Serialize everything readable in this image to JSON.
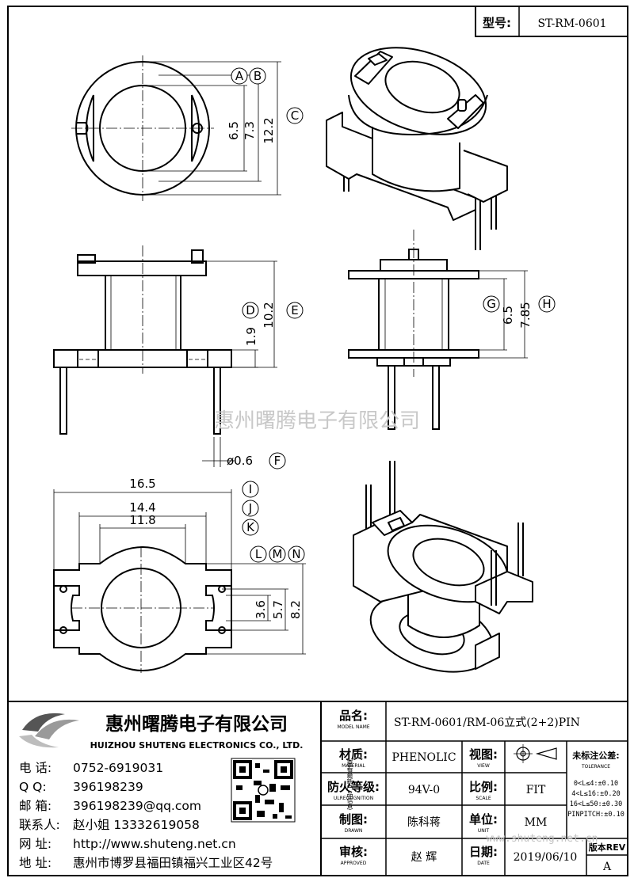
{
  "header": {
    "model_label": "型号:",
    "model_value": "ST-RM-0601"
  },
  "dimensions": {
    "A": "A",
    "B": "B",
    "C": "C",
    "D": "D",
    "E": "E",
    "F": "F",
    "G": "G",
    "H": "H",
    "I": "I",
    "J": "J",
    "K": "K",
    "L": "L",
    "M": "M",
    "N": "N",
    "a_val": "6.5",
    "b_val": "7.3",
    "c_val": "12.2",
    "d_val": "1.9",
    "e_val": "10.2",
    "f_val": "ø0.6",
    "g_val": "6.5",
    "h_val": "7.85",
    "i_val": "16.5",
    "j_val": "14.4",
    "k_val": "11.8",
    "l_val": "3.6",
    "m_val": "5.7",
    "n_val": "8.2"
  },
  "watermark": "惠州曙腾电子有限公司",
  "company": {
    "name_cn": "惠州曙腾电子有限公司",
    "name_en": "HUIZHOU SHUTENG ELECTRONICS CO., LTD."
  },
  "contact": [
    {
      "label": "电  话:",
      "value": "0752-6919031"
    },
    {
      "label": "Q    Q:",
      "value": "396198239"
    },
    {
      "label": "邮  箱:",
      "value": "396198239@qq.com"
    },
    {
      "label": "联系人:",
      "value": "赵小姐 13332619058"
    },
    {
      "label": "网  址:",
      "value": "http://www.shuteng.net.cn"
    },
    {
      "label": "地  址:",
      "value": "惠州市博罗县福田镇福兴工业区42号"
    }
  ],
  "qr_caption": "查看最新产品信息",
  "title_block": {
    "model_name": {
      "cn": "品名:",
      "en": "MODEL NAME",
      "value": "ST-RM-0601/RM-06立式(2+2)PIN"
    },
    "material": {
      "cn": "材质:",
      "en": "MATERIAL",
      "value": "PHENOLIC"
    },
    "view": {
      "cn": "视图:",
      "en": "VIEW"
    },
    "flame": {
      "cn": "防火等级:",
      "en": "ULRECOGNITION",
      "value": "94V-0"
    },
    "scale": {
      "cn": "比例:",
      "en": "SCALE",
      "value": "FIT"
    },
    "drawn": {
      "cn": "制图:",
      "en": "DRAWN",
      "value": "陈科蒋"
    },
    "unit": {
      "cn": "单位:",
      "en": "UNIT",
      "value": "MM"
    },
    "approved": {
      "cn": "审核:",
      "en": "APPROVED",
      "value": "赵  辉"
    },
    "date": {
      "cn": "日期:",
      "en": "DATE",
      "value": "2019/06/10"
    },
    "tolerance": {
      "title": "未标注公差:",
      "title_en": "TOLERANCE",
      "rows": [
        "0<L≤4:±0.10",
        "4<L≤16:±0.20",
        "16<L≤50:±0.30",
        "PINPITCH:±0.10"
      ]
    },
    "rev": {
      "label": "版本REV",
      "value": "A"
    },
    "watermark_url": "www.shuteng.net.cn"
  }
}
